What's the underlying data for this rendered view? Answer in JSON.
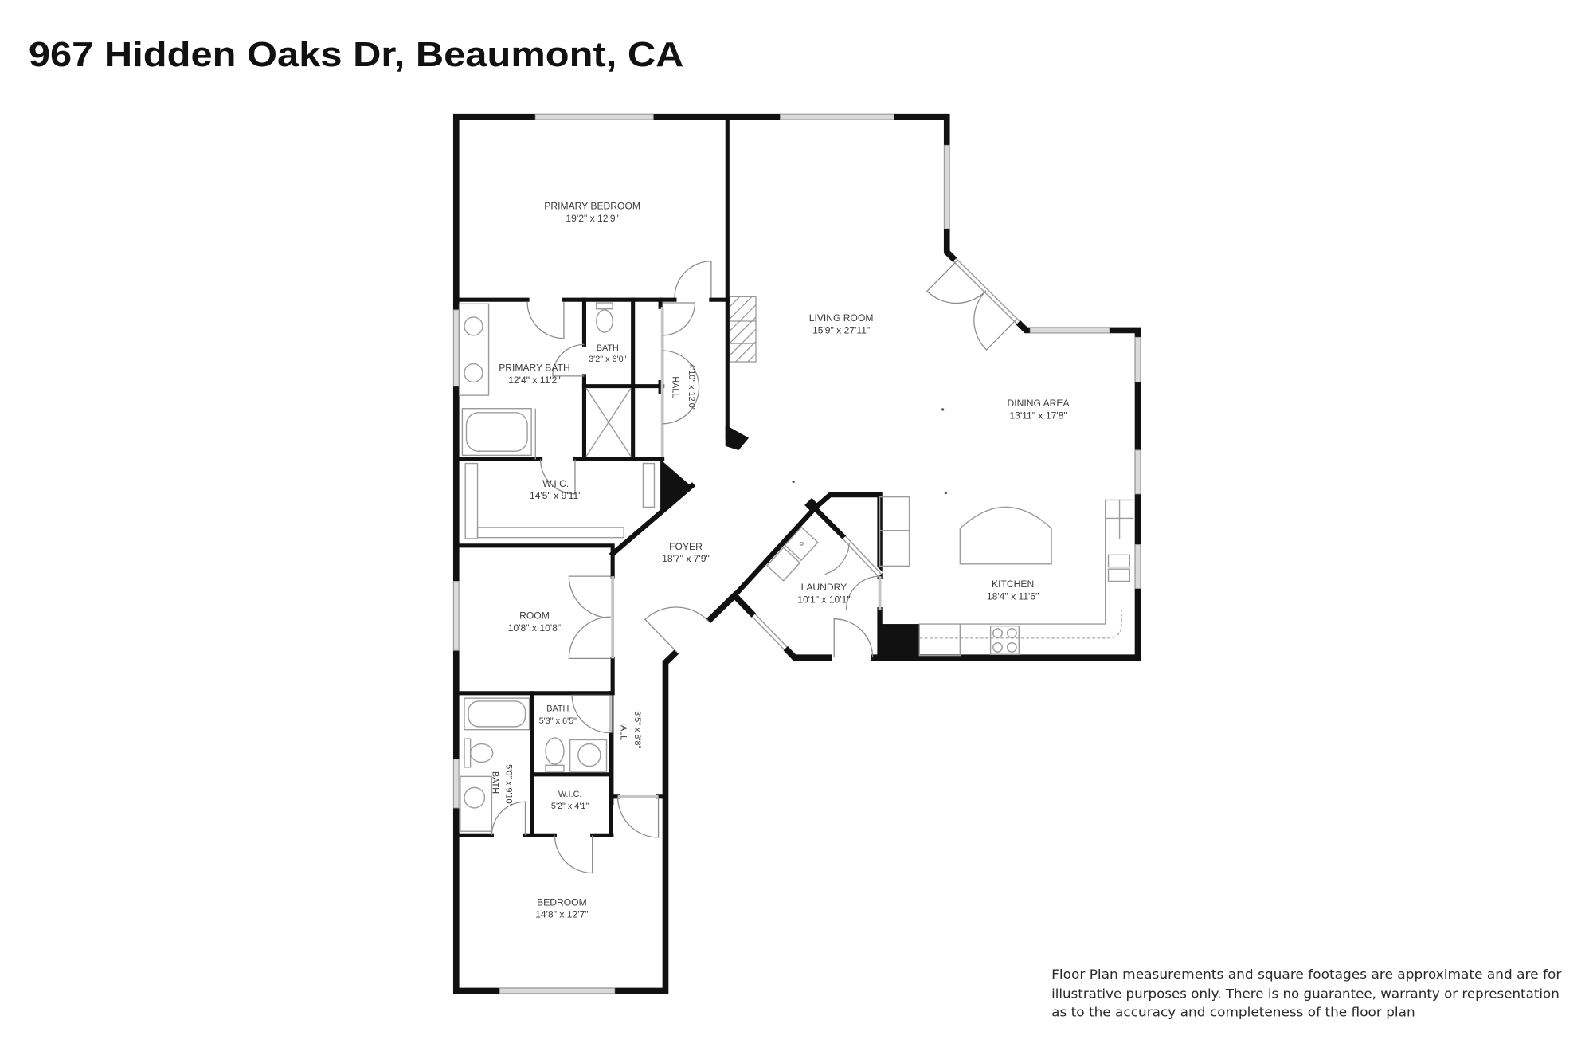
{
  "title": "967 Hidden Oaks Dr, Beaumont, CA",
  "rooms": {
    "primary_bedroom": {
      "name": "PRIMARY BEDROOM",
      "dims": "19'2\" x 12'9\""
    },
    "primary_bath": {
      "name": "PRIMARY BATH",
      "dims": "12'4\" x 11'2\""
    },
    "bath_toilet": {
      "name": "BATH",
      "dims": "3'2\" x 6'0\""
    },
    "hall_upper": {
      "name": "HALL",
      "dims": "4'10\" x 12'0\""
    },
    "living_room": {
      "name": "LIVING ROOM",
      "dims": "15'9\" x 27'11\""
    },
    "dining_area": {
      "name": "DINING AREA",
      "dims": "13'11\" x 17'8\""
    },
    "primary_wic": {
      "name": "W.I.C.",
      "dims": "14'5\" x 9'11\""
    },
    "foyer": {
      "name": "FOYER",
      "dims": "18'7\" x 7'9\""
    },
    "laundry": {
      "name": "LAUNDRY",
      "dims": "10'1\" x 10'1\""
    },
    "kitchen": {
      "name": "KITCHEN",
      "dims": "18'4\" x 11'6\""
    },
    "room": {
      "name": "ROOM",
      "dims": "10'8\" x 10'8\""
    },
    "bath_2": {
      "name": "BATH",
      "dims": "5'3\" x 6'5\""
    },
    "bath_3": {
      "name": "BATH",
      "dims": "5'0\" x 9'10\""
    },
    "hall_lower": {
      "name": "HALL",
      "dims": "3'5\" x 8'8\""
    },
    "wic_2": {
      "name": "W.I.C.",
      "dims": "5'2\" x 4'1\""
    },
    "bedroom": {
      "name": "BEDROOM",
      "dims": "14'8\" x 12'7\""
    }
  },
  "disclaimer": [
    "Floor Plan measurements and square footages are approximate and are for",
    "illustrative purposes only. There is no guarantee, warranty or representation",
    "as to the accuracy and completeness of the floor plan"
  ]
}
